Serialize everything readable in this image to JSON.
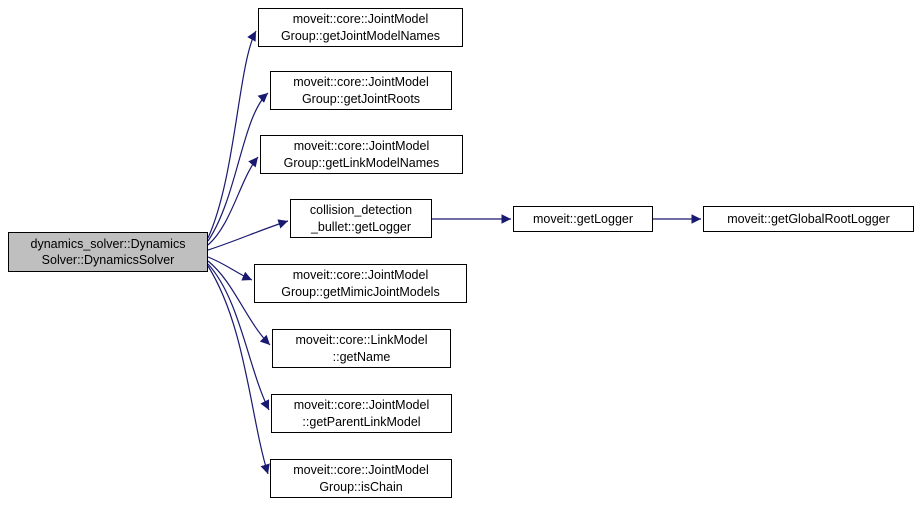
{
  "diagram": {
    "type": "doxygen-call-graph"
  },
  "colors": {
    "edge": "#191970",
    "node_border": "#000000",
    "node_fill": "#ffffff",
    "main_node_fill": "#bfbfbf"
  },
  "nodes": {
    "main": {
      "line1": "dynamics_solver::Dynamics",
      "line2": "Solver::DynamicsSolver"
    },
    "getJointModelNames": {
      "line1": "moveit::core::JointModel",
      "line2": "Group::getJointModelNames"
    },
    "getJointRoots": {
      "line1": "moveit::core::JointModel",
      "line2": "Group::getJointRoots"
    },
    "getLinkModelNames": {
      "line1": "moveit::core::JointModel",
      "line2": "Group::getLinkModelNames"
    },
    "getLoggerBullet": {
      "line1": "collision_detection",
      "line2": "_bullet::getLogger"
    },
    "getMimicJointModels": {
      "line1": "moveit::core::JointModel",
      "line2": "Group::getMimicJointModels"
    },
    "getName": {
      "line1": "moveit::core::LinkModel",
      "line2": "::getName"
    },
    "getParentLinkModel": {
      "line1": "moveit::core::JointModel",
      "line2": "::getParentLinkModel"
    },
    "isChain": {
      "line1": "moveit::core::JointModel",
      "line2": "Group::isChain"
    },
    "getLogger": {
      "line1": "moveit::getLogger"
    },
    "getGlobalRootLogger": {
      "line1": "moveit::getGlobalRootLogger"
    }
  },
  "edges": [
    {
      "from": "DynamicsSolver",
      "to": "getJointModelNames"
    },
    {
      "from": "DynamicsSolver",
      "to": "getJointRoots"
    },
    {
      "from": "DynamicsSolver",
      "to": "getLinkModelNames"
    },
    {
      "from": "DynamicsSolver",
      "to": "getLoggerBullet"
    },
    {
      "from": "DynamicsSolver",
      "to": "getMimicJointModels"
    },
    {
      "from": "DynamicsSolver",
      "to": "getName"
    },
    {
      "from": "DynamicsSolver",
      "to": "getParentLinkModel"
    },
    {
      "from": "DynamicsSolver",
      "to": "isChain"
    },
    {
      "from": "getLoggerBullet",
      "to": "getLogger"
    },
    {
      "from": "getLogger",
      "to": "getGlobalRootLogger"
    }
  ]
}
